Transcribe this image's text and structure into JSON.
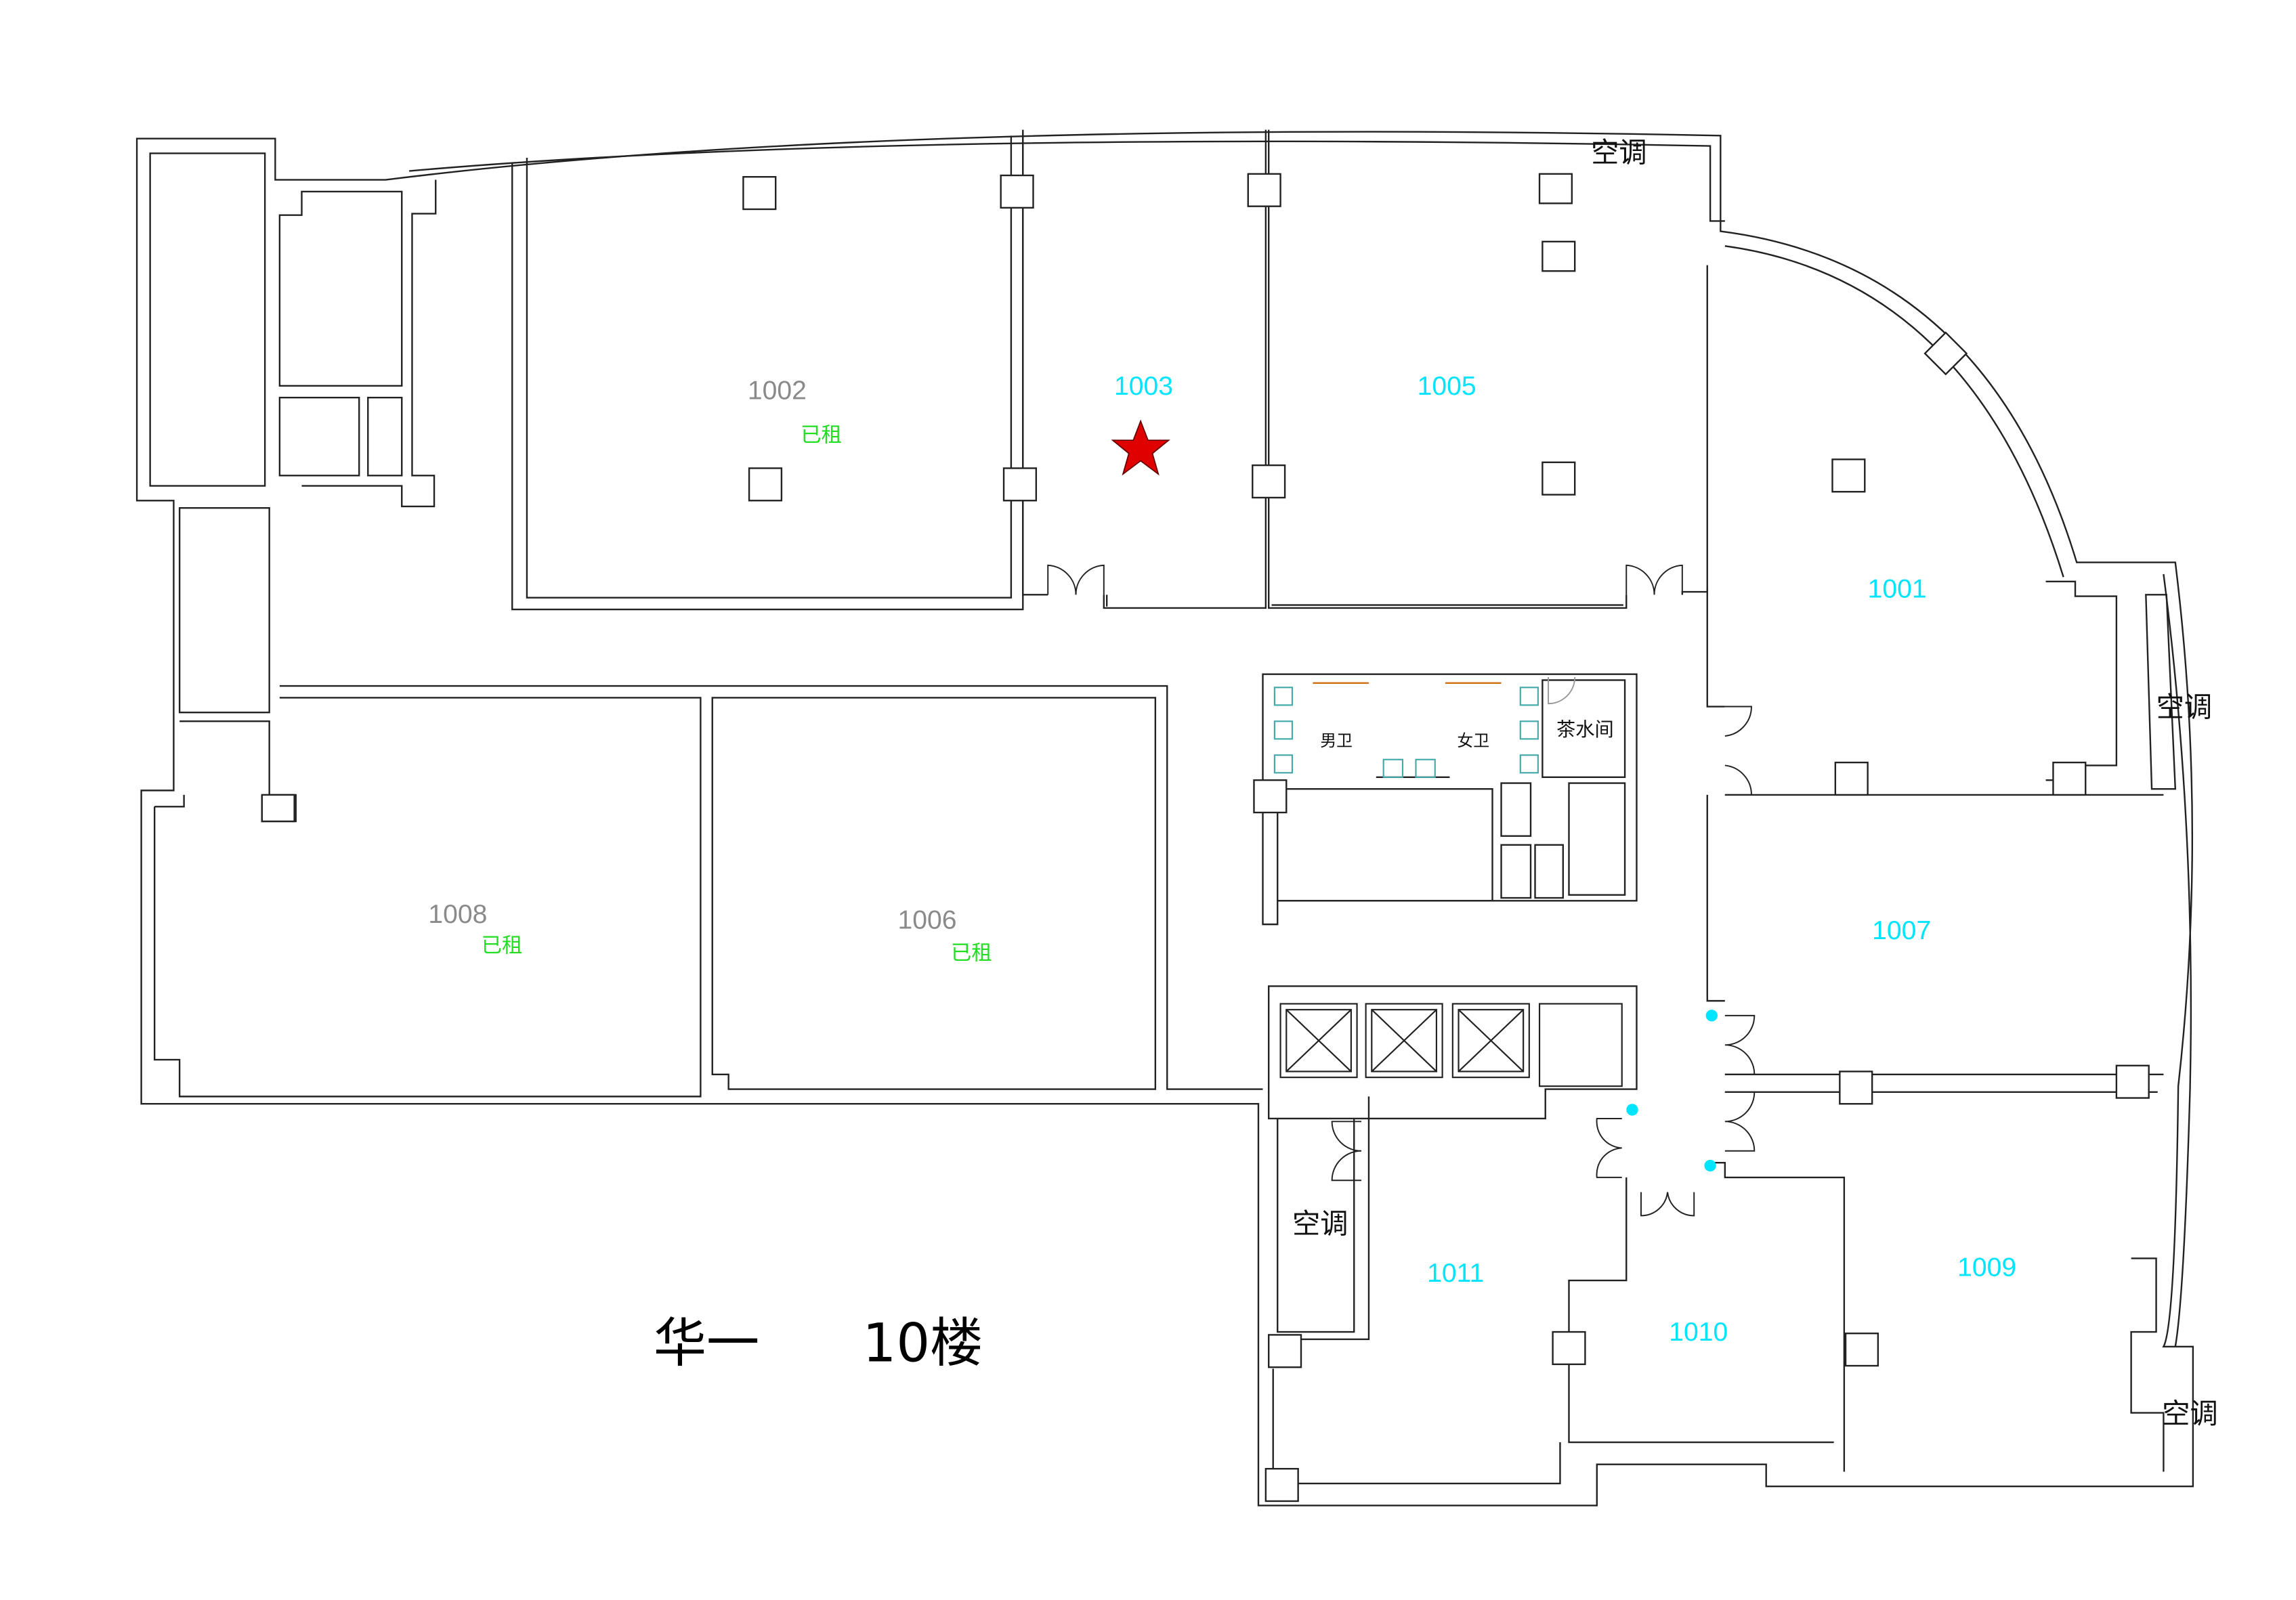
{
  "title": {
    "building": "华一",
    "floor": "10楼"
  },
  "colors": {
    "available": "#00e5ff",
    "rented_number": "#8a8a8a",
    "rented_tag": "#22dd22",
    "wall": "#222222",
    "star": "#e00000"
  },
  "rooms": [
    {
      "number": "1002",
      "status": "已租"
    },
    {
      "number": "1003"
    },
    {
      "number": "1005"
    },
    {
      "number": "1001"
    },
    {
      "number": "1007"
    },
    {
      "number": "1008",
      "status": "已租"
    },
    {
      "number": "1006",
      "status": "已租"
    },
    {
      "number": "1011"
    },
    {
      "number": "1010"
    },
    {
      "number": "1009"
    }
  ],
  "facilities": {
    "ac_label": "空调",
    "mens_restroom": "男卫",
    "womens_restroom": "女卫",
    "tea_room": "茶水间"
  },
  "marker": {
    "icon": "star-icon",
    "room": "1003"
  }
}
